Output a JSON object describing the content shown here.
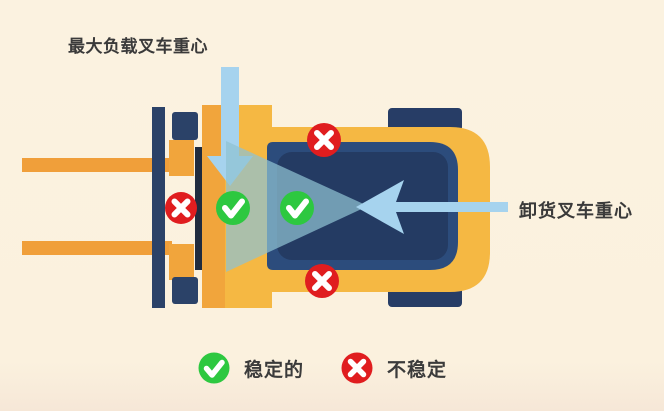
{
  "labels": {
    "max_load_cg": "最大负载叉车重心",
    "unload_cg": "卸货叉车重心"
  },
  "legend": {
    "stable_label": "稳定的",
    "unstable_label": "不稳定"
  },
  "markers": {
    "stable_marks_visible": 2,
    "unstable_marks_visible": 3
  },
  "icons": {
    "stable": "check-icon",
    "unstable": "cross-icon",
    "load_pointer": "down-arrow-icon",
    "unload_pointer": "left-arrow-icon"
  },
  "colors": {
    "background": "#FBF1DE",
    "body_yellow": "#F5B843",
    "front_orange": "#F1A53C",
    "fork_orange": "#F09F3A",
    "navy_mid": "#2C4C7C",
    "navy_dark": "#243B63",
    "mast_navy": "#2B4268",
    "axle_line": "#202B3E",
    "triangle_teal": "#8FC2D2",
    "arrow_blue": "#A6D3EE",
    "stable_green": "#2DC840",
    "unstable_red": "#E01D1F",
    "text_dark": "#3A3A3A"
  }
}
